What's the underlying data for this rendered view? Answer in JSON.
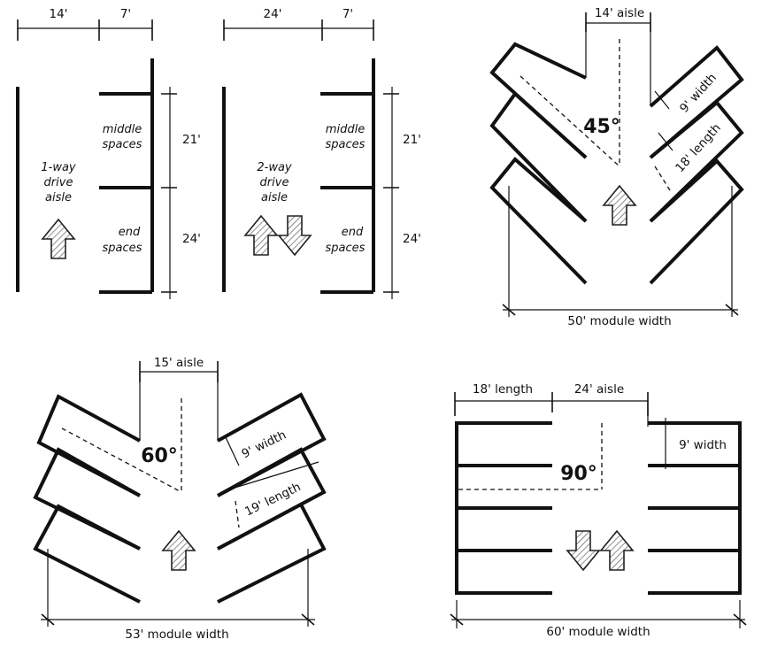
{
  "panel_parallel_one_way": {
    "dim_aisle": "14'",
    "dim_width": "7'",
    "label_middle_line1": "middle",
    "label_middle_line2": "spaces",
    "label_end_line1": "end",
    "label_end_line2": "spaces",
    "dim_middle": "21'",
    "dim_end": "24'",
    "aisle_line1": "1-way",
    "aisle_line2": "drive",
    "aisle_line3": "aisle"
  },
  "panel_parallel_two_way": {
    "dim_aisle": "24'",
    "dim_width": "7'",
    "label_middle_line1": "middle",
    "label_middle_line2": "spaces",
    "label_end_line1": "end",
    "label_end_line2": "spaces",
    "dim_middle": "21'",
    "dim_end": "24'",
    "aisle_line1": "2-way",
    "aisle_line2": "drive",
    "aisle_line3": "aisle"
  },
  "panel_45": {
    "aisle": "14' aisle",
    "angle": "45°",
    "width": "9' width",
    "length": "18' length",
    "module": "50' module width"
  },
  "panel_60": {
    "aisle": "15' aisle",
    "angle": "60°",
    "width": "9' width",
    "length": "19' length",
    "module": "53' module width"
  },
  "panel_90": {
    "length": "18' length",
    "aisle": "24' aisle",
    "width": "9' width",
    "angle": "90°",
    "module": "60' module width"
  }
}
